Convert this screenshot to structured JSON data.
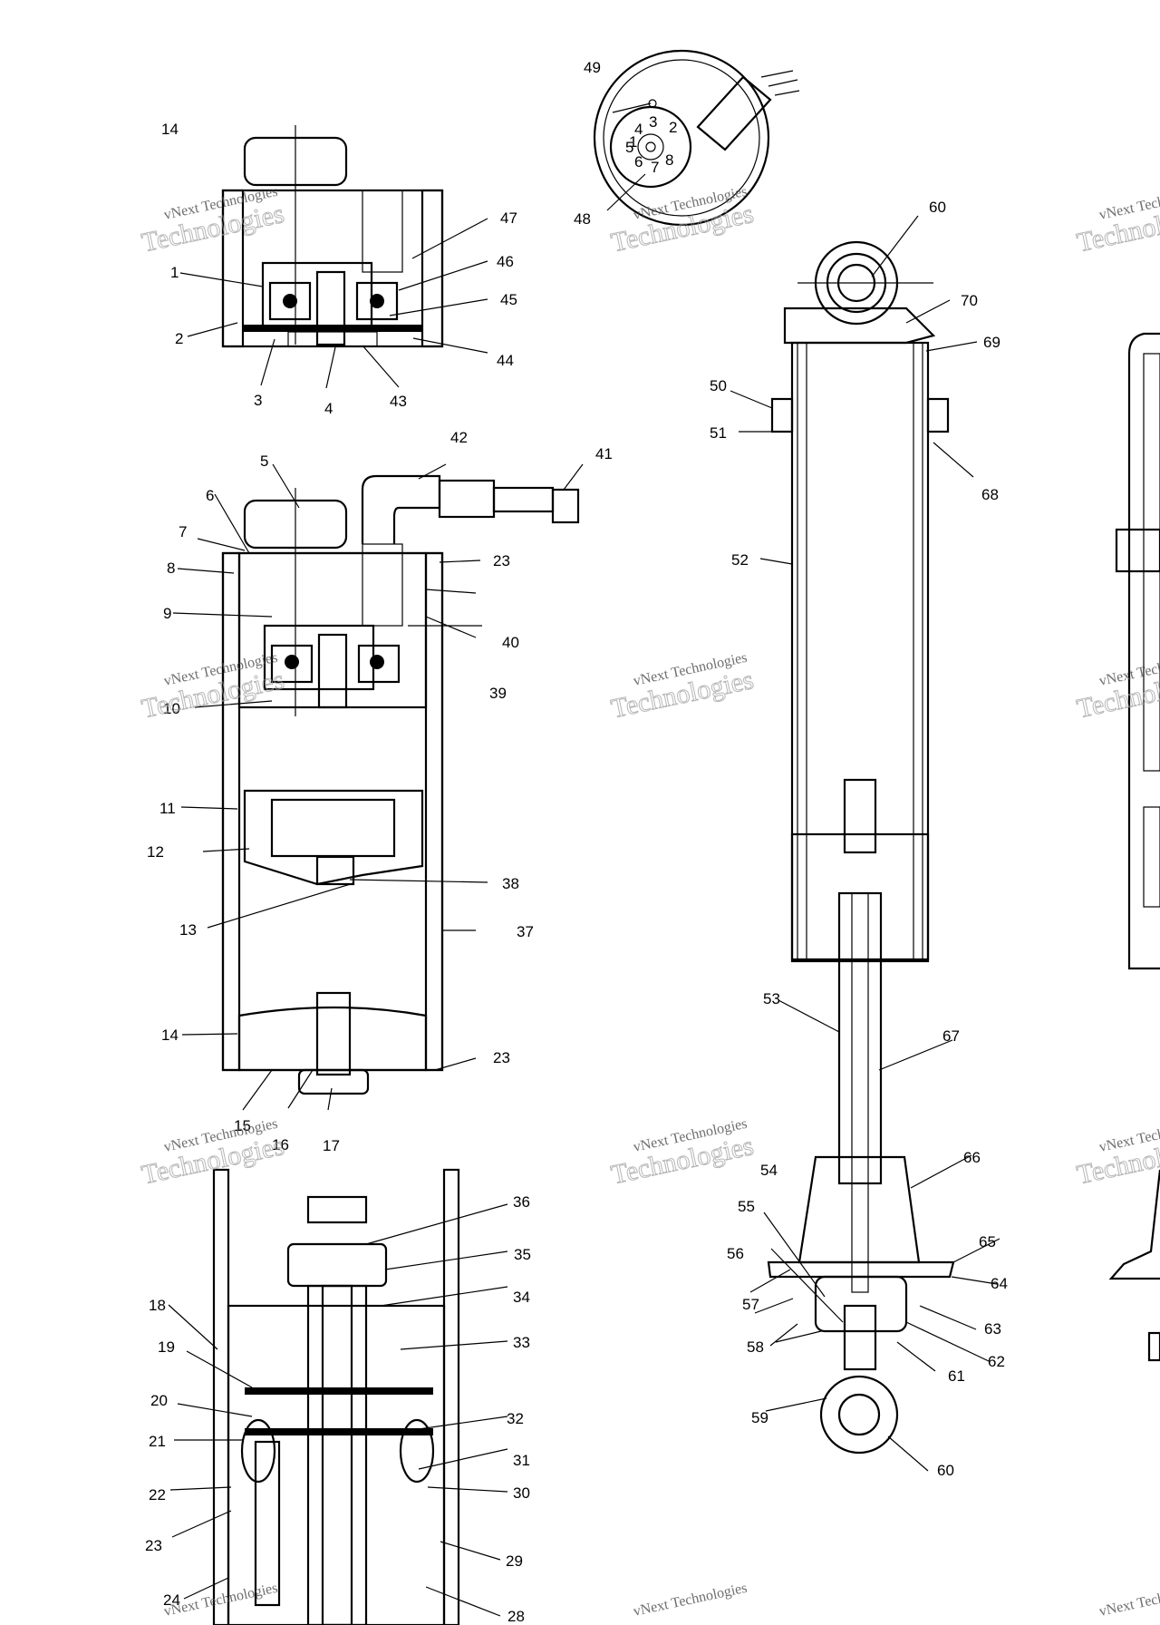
{
  "labels": [
    {
      "id": "1",
      "text": "1"
    },
    {
      "id": "2",
      "text": "2"
    },
    {
      "id": "3",
      "text": "3"
    },
    {
      "id": "4",
      "text": "4"
    },
    {
      "id": "5",
      "text": "5"
    },
    {
      "id": "6",
      "text": "6"
    },
    {
      "id": "7",
      "text": "7"
    },
    {
      "id": "8",
      "text": "8"
    },
    {
      "id": "9",
      "text": "9"
    },
    {
      "id": "10",
      "text": "10"
    },
    {
      "id": "11",
      "text": "11"
    },
    {
      "id": "12",
      "text": "12"
    },
    {
      "id": "13",
      "text": "13"
    },
    {
      "id": "14a",
      "text": "14"
    },
    {
      "id": "14b",
      "text": "14"
    },
    {
      "id": "15",
      "text": "15"
    },
    {
      "id": "16",
      "text": "16"
    },
    {
      "id": "17",
      "text": "17"
    },
    {
      "id": "18",
      "text": "18"
    },
    {
      "id": "19",
      "text": "19"
    },
    {
      "id": "20",
      "text": "20"
    },
    {
      "id": "21",
      "text": "21"
    },
    {
      "id": "22",
      "text": "22"
    },
    {
      "id": "23a",
      "text": "23"
    },
    {
      "id": "23b",
      "text": "23"
    },
    {
      "id": "23c",
      "text": "23"
    },
    {
      "id": "24",
      "text": "24"
    },
    {
      "id": "28",
      "text": "28"
    },
    {
      "id": "29",
      "text": "29"
    },
    {
      "id": "30",
      "text": "30"
    },
    {
      "id": "31",
      "text": "31"
    },
    {
      "id": "32",
      "text": "32"
    },
    {
      "id": "33",
      "text": "33"
    },
    {
      "id": "34",
      "text": "34"
    },
    {
      "id": "35",
      "text": "35"
    },
    {
      "id": "36",
      "text": "36"
    },
    {
      "id": "37",
      "text": "37"
    },
    {
      "id": "38",
      "text": "38"
    },
    {
      "id": "39",
      "text": "39"
    },
    {
      "id": "40",
      "text": "40"
    },
    {
      "id": "41",
      "text": "41"
    },
    {
      "id": "42",
      "text": "42"
    },
    {
      "id": "43",
      "text": "43"
    },
    {
      "id": "44",
      "text": "44"
    },
    {
      "id": "45",
      "text": "45"
    },
    {
      "id": "46",
      "text": "46"
    },
    {
      "id": "47",
      "text": "47"
    },
    {
      "id": "48",
      "text": "48"
    },
    {
      "id": "49",
      "text": "49"
    },
    {
      "id": "50",
      "text": "50"
    },
    {
      "id": "51",
      "text": "51"
    },
    {
      "id": "52",
      "text": "52"
    },
    {
      "id": "53",
      "text": "53"
    },
    {
      "id": "54",
      "text": "54"
    },
    {
      "id": "55",
      "text": "55"
    },
    {
      "id": "56",
      "text": "56"
    },
    {
      "id": "57",
      "text": "57"
    },
    {
      "id": "58",
      "text": "58"
    },
    {
      "id": "59",
      "text": "59"
    },
    {
      "id": "60a",
      "text": "60"
    },
    {
      "id": "60b",
      "text": "60"
    },
    {
      "id": "61",
      "text": "61"
    },
    {
      "id": "62",
      "text": "62"
    },
    {
      "id": "63",
      "text": "63"
    },
    {
      "id": "64",
      "text": "64"
    },
    {
      "id": "65",
      "text": "65"
    },
    {
      "id": "66",
      "text": "66"
    },
    {
      "id": "67",
      "text": "67"
    },
    {
      "id": "68",
      "text": "68"
    },
    {
      "id": "69",
      "text": "69"
    },
    {
      "id": "70",
      "text": "70"
    }
  ],
  "dial_numbers": [
    "1",
    "2",
    "3",
    "4",
    "5",
    "6",
    "7",
    "8"
  ],
  "watermark": {
    "line1": "vNext Technologies",
    "line2": "Technologies"
  }
}
